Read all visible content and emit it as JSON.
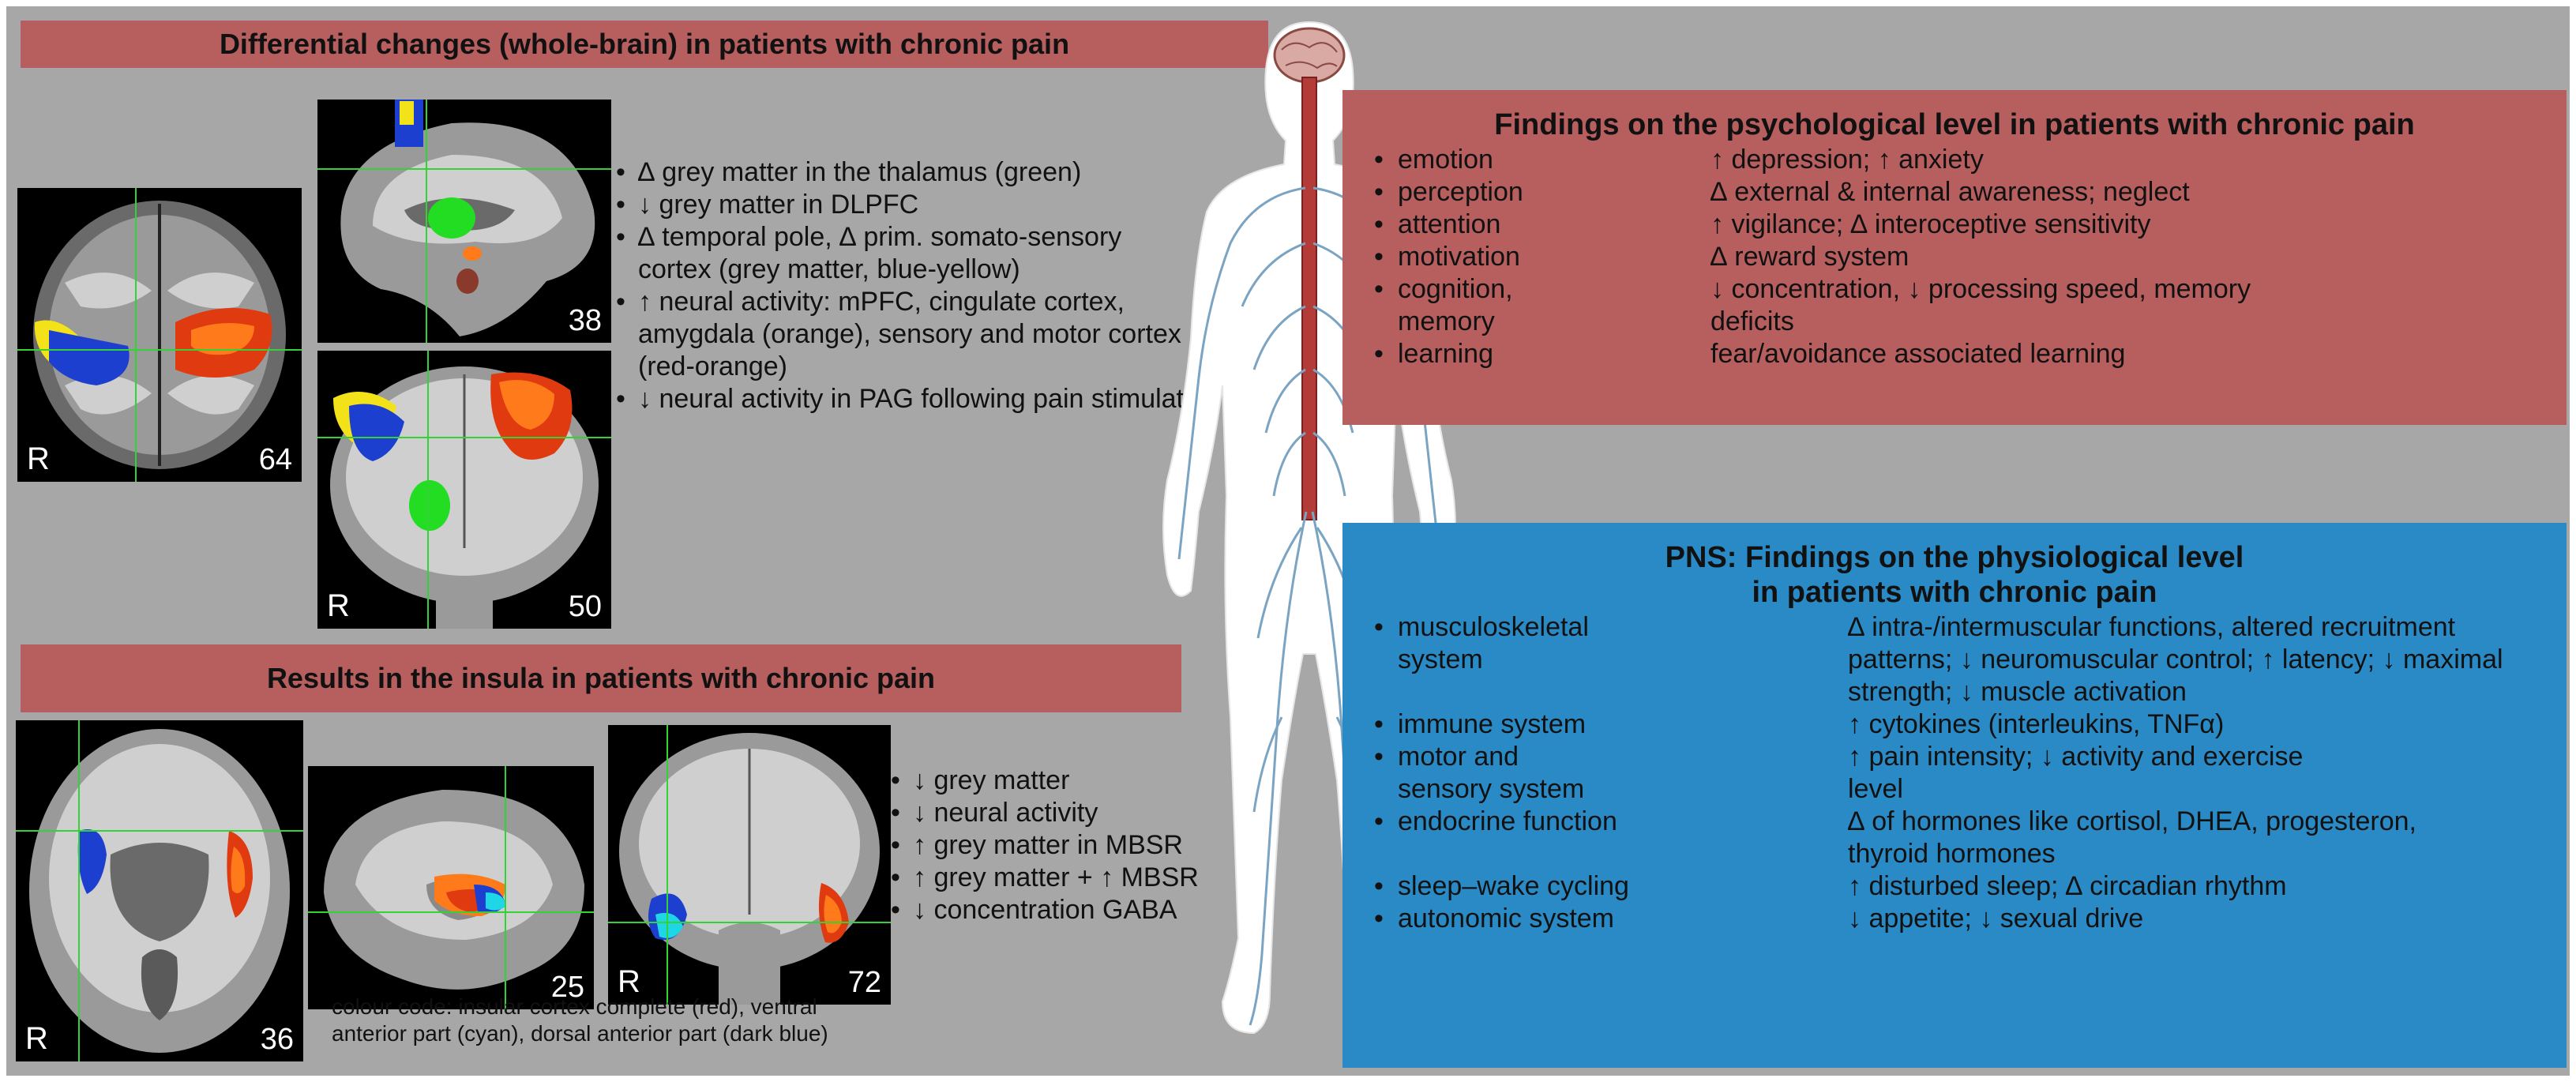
{
  "brain_panel": {
    "title": "Differential changes (whole-brain) in patients with chronic pain",
    "images": [
      {
        "side_label": "R",
        "slice": "64"
      },
      {
        "side_label": "",
        "slice": "38"
      },
      {
        "side_label": "R",
        "slice": "50"
      }
    ],
    "bullets": [
      "∆ grey matter in the thalamus (green)",
      "↓ grey matter in DLPFC",
      "∆ temporal pole, ∆ prim. somato-sensory cortex (grey matter, blue-yellow)",
      "↑ neural activity: mPFC, cingulate cortex, amygdala (orange), sensory and motor cortex (red-orange)",
      "↓ neural activity in PAG following pain stimulation"
    ]
  },
  "insula_panel": {
    "title": "Results in the insula in patients with chronic pain",
    "images": [
      {
        "side_label": "R",
        "slice": "36"
      },
      {
        "side_label": "",
        "slice": "25"
      },
      {
        "side_label": "R",
        "slice": "72"
      }
    ],
    "bullets": [
      "↓ grey matter",
      "↓ neural activity",
      "↑ grey matter in MBSR",
      "↑ grey matter + ↑ MBSR",
      "↓ concentration GABA"
    ],
    "colour_note": "colour code: insular cortex complete (red), ventral anterior part (cyan), dorsal anterior part (dark blue)"
  },
  "psych_panel": {
    "title": "Findings on the psychological level in patients with chronic pain",
    "rows": [
      {
        "key": "emotion",
        "value": "↑ depression; ↑ anxiety"
      },
      {
        "key": "perception",
        "value": "∆ external & internal awareness; neglect"
      },
      {
        "key": "attention",
        "value": "↑ vigilance; ∆ interoceptive sensitivity"
      },
      {
        "key": "motivation",
        "value": "∆ reward system"
      },
      {
        "key": "cognition, memory",
        "value": "↓ concentration, ↓ processing speed, memory deficits"
      },
      {
        "key": "learning",
        "value": "fear/avoidance associated learning"
      }
    ]
  },
  "pns_panel": {
    "title_line1": "PNS: Findings on the physiological level",
    "title_line2": "in patients with chronic pain",
    "rows": [
      {
        "key": "musculoskeletal system",
        "value": "∆ intra-/intermuscular functions, altered recruitment patterns; ↓ neuromuscular control; ↑ latency; ↓ maximal strength; ↓ muscle activation"
      },
      {
        "key": "immune system",
        "value": "↑ cytokines (interleukins, TNFα)"
      },
      {
        "key": "motor and sensory system",
        "value": "↑ pain intensity; ↓ activity and exercise level"
      },
      {
        "key": "endocrine function",
        "value": "∆ of hormones like cortisol, DHEA, progesteron, thyroid hormones"
      },
      {
        "key": "sleep–wake cycling",
        "value": "↑ disturbed sleep; ∆ circadian rhythm"
      },
      {
        "key": "autonomic system",
        "value": "↓ appetite; ↓ sexual drive"
      }
    ]
  },
  "colors": {
    "background": "#a7a7a7",
    "header_red": "#b75e5e",
    "psych_red": "#b75e5e",
    "pns_blue": "#2a8ac6",
    "thalamus_green": "#22dd22",
    "activation_red": "#e03a10",
    "activation_orange": "#ff7a1a",
    "insula_cyan": "#1fd6e6",
    "insula_darkblue": "#1d3fd0",
    "yellow": "#f3e21a"
  },
  "icons": {
    "body_figure": "human-body-nervous-system-icon",
    "brain": "brain-icon"
  }
}
